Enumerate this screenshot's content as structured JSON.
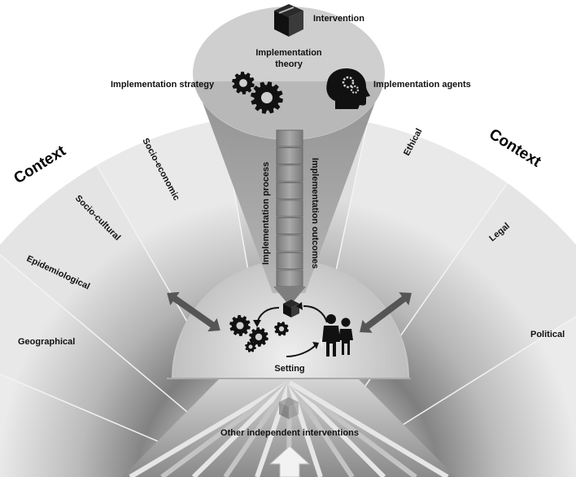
{
  "intervention": {
    "label": "Intervention",
    "icon": "box-icon"
  },
  "theory": {
    "line1": "Implementation",
    "line2": "theory",
    "strategy_label": "Implementation strategy",
    "agents_label": "Implementation agents",
    "strategy_icon": "gears-icon",
    "agents_icon": "head-gears-icon"
  },
  "process": {
    "left_label": "Implementation process",
    "right_label": "Implementation outcomes"
  },
  "context": {
    "left_title": "Context",
    "right_title": "Context",
    "left_segments": [
      "Geographical",
      "Epidemiological",
      "Socio-cultural",
      "Socio-economic"
    ],
    "right_segments": [
      "Ethical",
      "Legal",
      "Political"
    ]
  },
  "setting": {
    "label": "Setting",
    "icons": [
      "gears-icon",
      "box-icon",
      "people-icon",
      "cycle-arrow-icon"
    ]
  },
  "other": {
    "label": "Other independent interventions",
    "icon": "up-arrow-icon"
  },
  "colors": {
    "ink": "#111111",
    "light": "#d9d9d9",
    "mid": "#9a9a9a",
    "dark": "#5a5a5a"
  }
}
